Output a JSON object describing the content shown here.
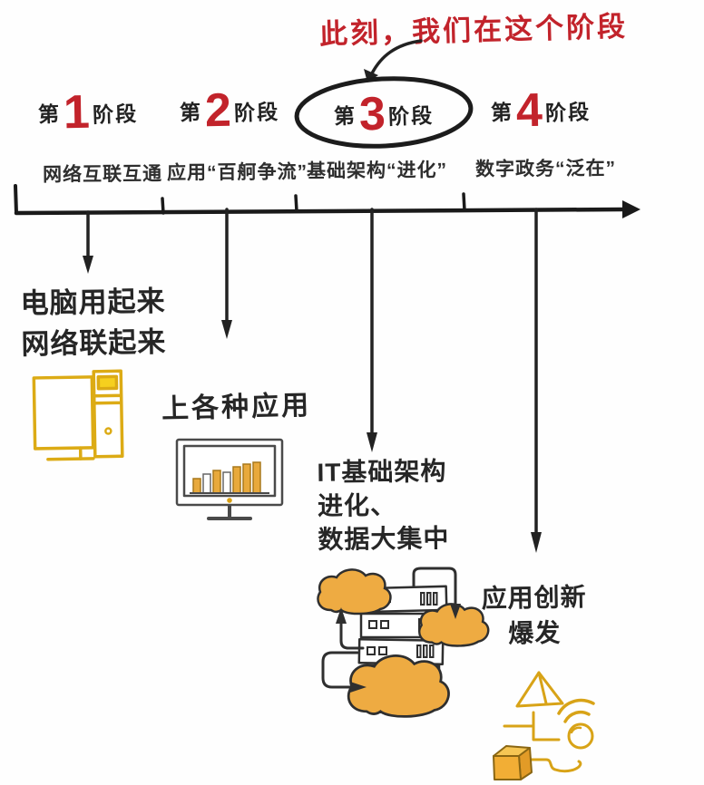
{
  "annotation": {
    "text": "此刻，我们在这个阶段"
  },
  "timeline": {
    "stages": [
      {
        "prefix": "第",
        "number": "1",
        "suffix": "阶段",
        "description": "网络互联互通",
        "highlighted": false
      },
      {
        "prefix": "第",
        "number": "2",
        "suffix": "阶段",
        "description": "应用“百舸争流”",
        "highlighted": false
      },
      {
        "prefix": "第",
        "number": "3",
        "suffix": "阶段",
        "description": "基础架构“进化”",
        "highlighted": true
      },
      {
        "prefix": "第",
        "number": "4",
        "suffix": "阶段",
        "description": "数字政务“泛在”",
        "highlighted": false
      }
    ]
  },
  "stage_details": [
    {
      "icon": "desktop-computer-icon",
      "lines": [
        "电脑用起来",
        "网络联起来"
      ]
    },
    {
      "icon": "monitor-chart-icon",
      "lines": [
        "上各种应用"
      ]
    },
    {
      "icon": "server-cloud-icon",
      "lines": [
        "IT基础架构",
        "进化、",
        "数据大集中"
      ]
    },
    {
      "icon": "innovation-burst-icon",
      "lines": [
        "应用创新",
        "爆发"
      ]
    }
  ],
  "colors": {
    "accent_red": "#c2232b",
    "ink": "#222222",
    "gold_stroke": "#dcab15",
    "gold_fill": "#eeab42",
    "bar_gold": "#e8a93c"
  }
}
